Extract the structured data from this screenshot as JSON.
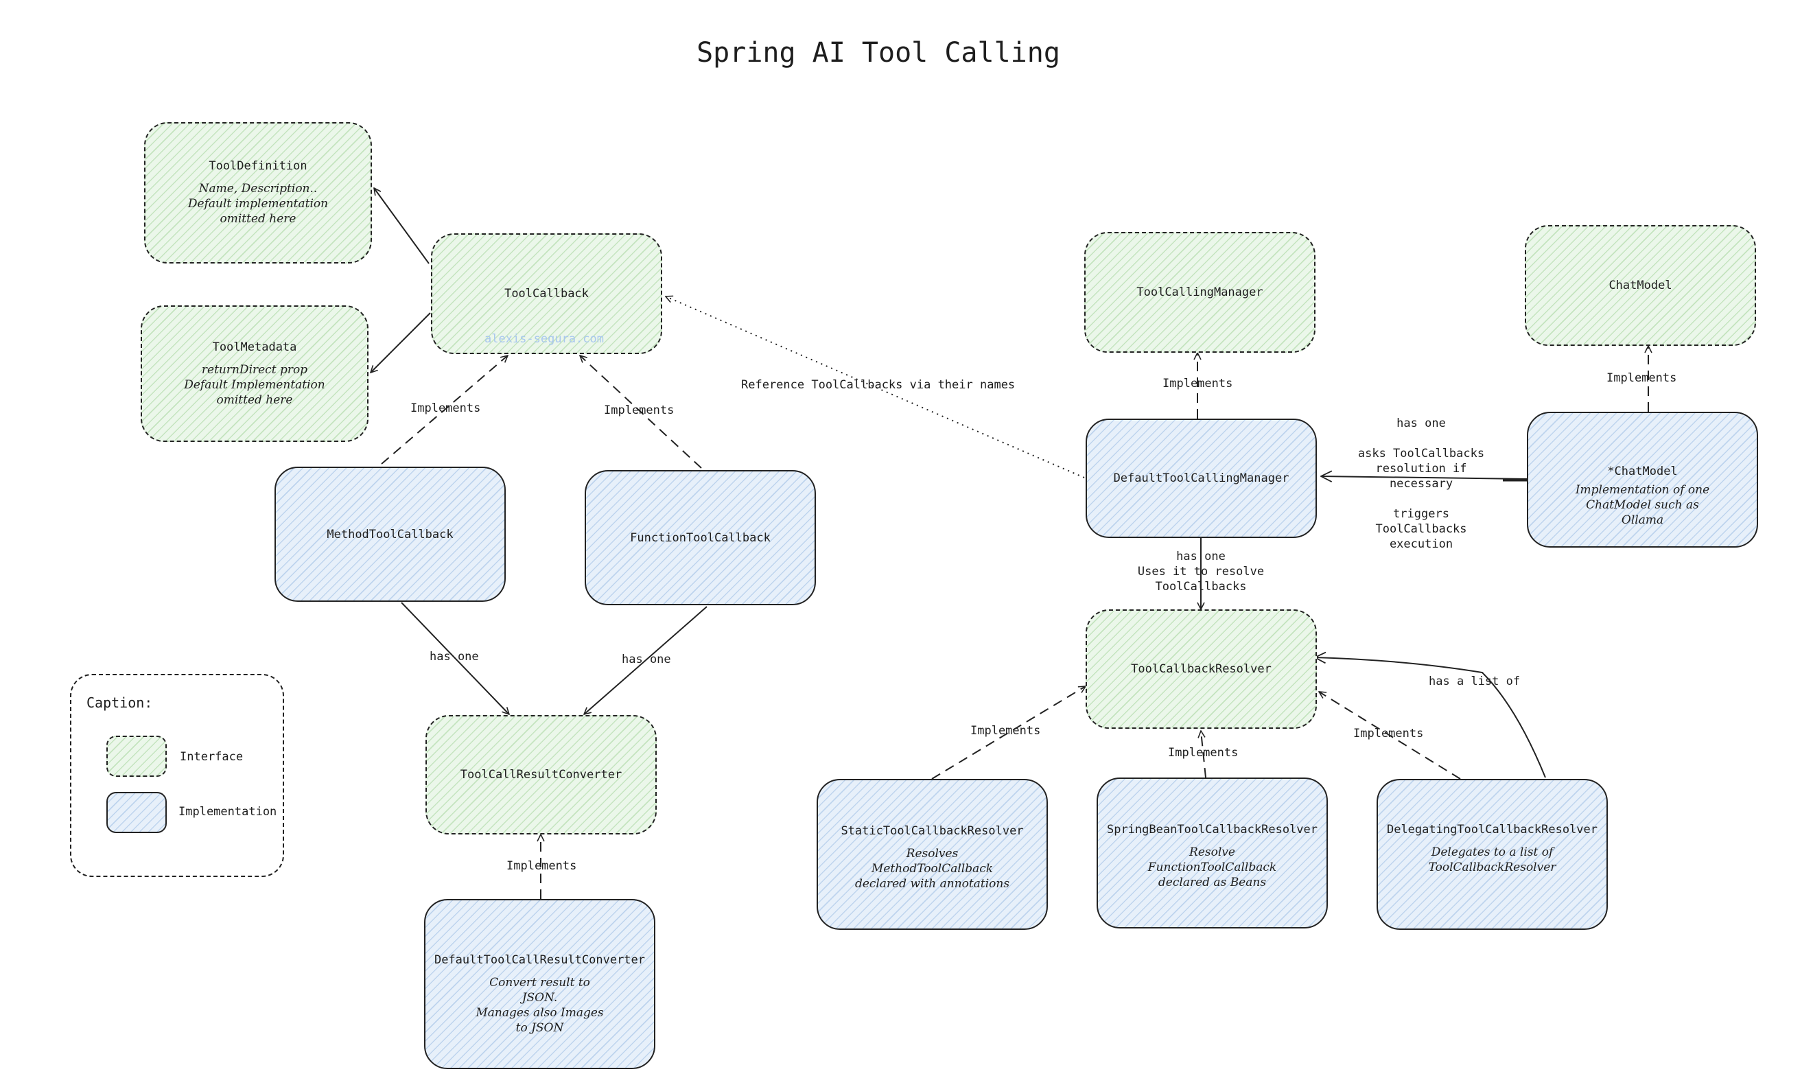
{
  "title": "Spring AI Tool Calling",
  "watermark": "alexis-segura.com",
  "nodes": {
    "tool_definition": {
      "name": "ToolDefinition",
      "desc": "Name, Description..\nDefault implementation\nomitted here"
    },
    "tool_metadata": {
      "name": "ToolMetadata",
      "desc": "returnDirect prop\nDefault Implementation\nomitted here"
    },
    "tool_callback": {
      "name": "ToolCallback"
    },
    "method_tool_callback": {
      "name": "MethodToolCallback"
    },
    "function_tool_callback": {
      "name": "FunctionToolCallback"
    },
    "tool_call_result_converter": {
      "name": "ToolCallResultConverter"
    },
    "default_tool_call_result_converter": {
      "name": "DefaultToolCallResultConverter",
      "desc": "Convert result to\nJSON.\nManages also Images\nto JSON"
    },
    "tool_calling_manager": {
      "name": "ToolCallingManager"
    },
    "default_tool_calling_manager": {
      "name": "DefaultToolCallingManager"
    },
    "chat_model": {
      "name": "ChatModel"
    },
    "chat_model_impl": {
      "name": "*ChatModel",
      "desc": "Implementation of one\nChatModel such as\nOllama"
    },
    "tool_callback_resolver": {
      "name": "ToolCallbackResolver"
    },
    "static_resolver": {
      "name": "StaticToolCallbackResolver",
      "desc": "Resolves\nMethodToolCallback\ndeclared with annotations"
    },
    "spring_bean_resolver": {
      "name": "SpringBeanToolCallbackResolver",
      "desc": "Resolve\nFunctionToolCallback\ndeclared as Beans"
    },
    "delegating_resolver": {
      "name": "DelegatingToolCallbackResolver",
      "desc": "Delegates to a list of\nToolCallbackResolver"
    }
  },
  "edge_labels": {
    "implements_method": "Implements",
    "implements_function": "Implements",
    "has_one_method": "has one",
    "has_one_function": "has one",
    "implements_converter": "Implements",
    "reference_by_name": "Reference ToolCallbacks via their names",
    "implements_manager": "Implements",
    "implements_chatmodel": "Implements",
    "chatmodel_manager": "has one\n\nasks ToolCallbacks\nresolution if\nnecessary\n\ntriggers ToolCallbacks\nexecution",
    "manager_resolver": "has one\nUses it to resolve\nToolCallbacks",
    "implements_static": "Implements",
    "implements_spring": "Implements",
    "implements_delegating": "Implements",
    "has_a_list_of": "has a list of"
  },
  "caption": {
    "title": "Caption:",
    "interface": "Interface",
    "implementation": "Implementation"
  },
  "colors": {
    "interface_fill": "#ebf7ea",
    "implementation_fill": "#e7f0fa",
    "stroke": "#222222",
    "watermark": "#a9c8ee"
  }
}
